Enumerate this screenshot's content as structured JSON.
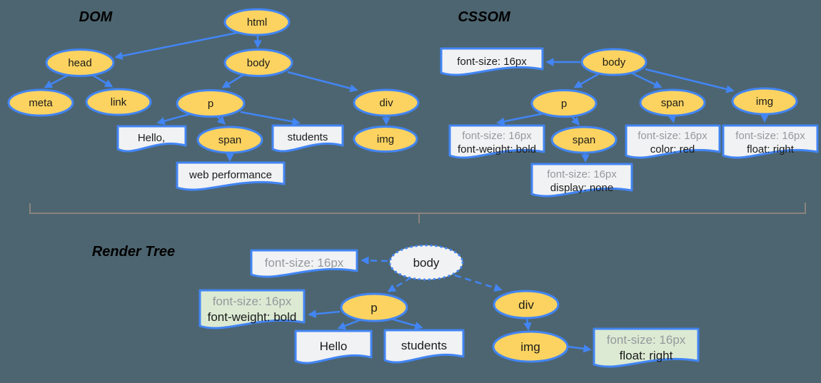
{
  "colors": {
    "background": "#4D6570",
    "node_fill": "#FCD360",
    "stroke_blue": "#4285F4",
    "note_fill": "#F1F2F3",
    "note_fill_green": "#DCEAD3",
    "text_black": "#1B1B1B",
    "text_gray": "#95999D",
    "divider": "#8A837D"
  },
  "sections": {
    "dom": {
      "title": "DOM",
      "nodes": {
        "html": "html",
        "head": "head",
        "body": "body",
        "meta": "meta",
        "link": "link",
        "p": "p",
        "div": "div",
        "span": "span",
        "img": "img"
      },
      "text_nodes": {
        "hello": "Hello,",
        "students": "students",
        "webperf": "web performance"
      }
    },
    "cssom": {
      "title": "CSSOM",
      "nodes": {
        "body": "body",
        "p": "p",
        "span_red": "span",
        "img": "img",
        "span_none": "span"
      },
      "rules": {
        "body": {
          "line1": "font-size: 16px"
        },
        "p": {
          "line1": "font-size: 16px",
          "line2": "font-weight: bold"
        },
        "span_red": {
          "line1": "font-size: 16px",
          "line2": "color: red"
        },
        "img": {
          "line1": "font-size: 16px",
          "line2": "float: right"
        },
        "span_none": {
          "line1": "font-size: 16px",
          "line2": "display: none"
        }
      }
    },
    "render_tree": {
      "title": "Render Tree",
      "nodes": {
        "body": "body",
        "p": "p",
        "div": "div",
        "img": "img"
      },
      "text_nodes": {
        "hello": "Hello",
        "students": "students"
      },
      "rules": {
        "body": {
          "line1": "font-size: 16px"
        },
        "p": {
          "line1": "font-size: 16px",
          "line2": "font-weight: bold"
        },
        "img": {
          "line1": "font-size: 16px",
          "line2": "float: right"
        }
      }
    }
  }
}
